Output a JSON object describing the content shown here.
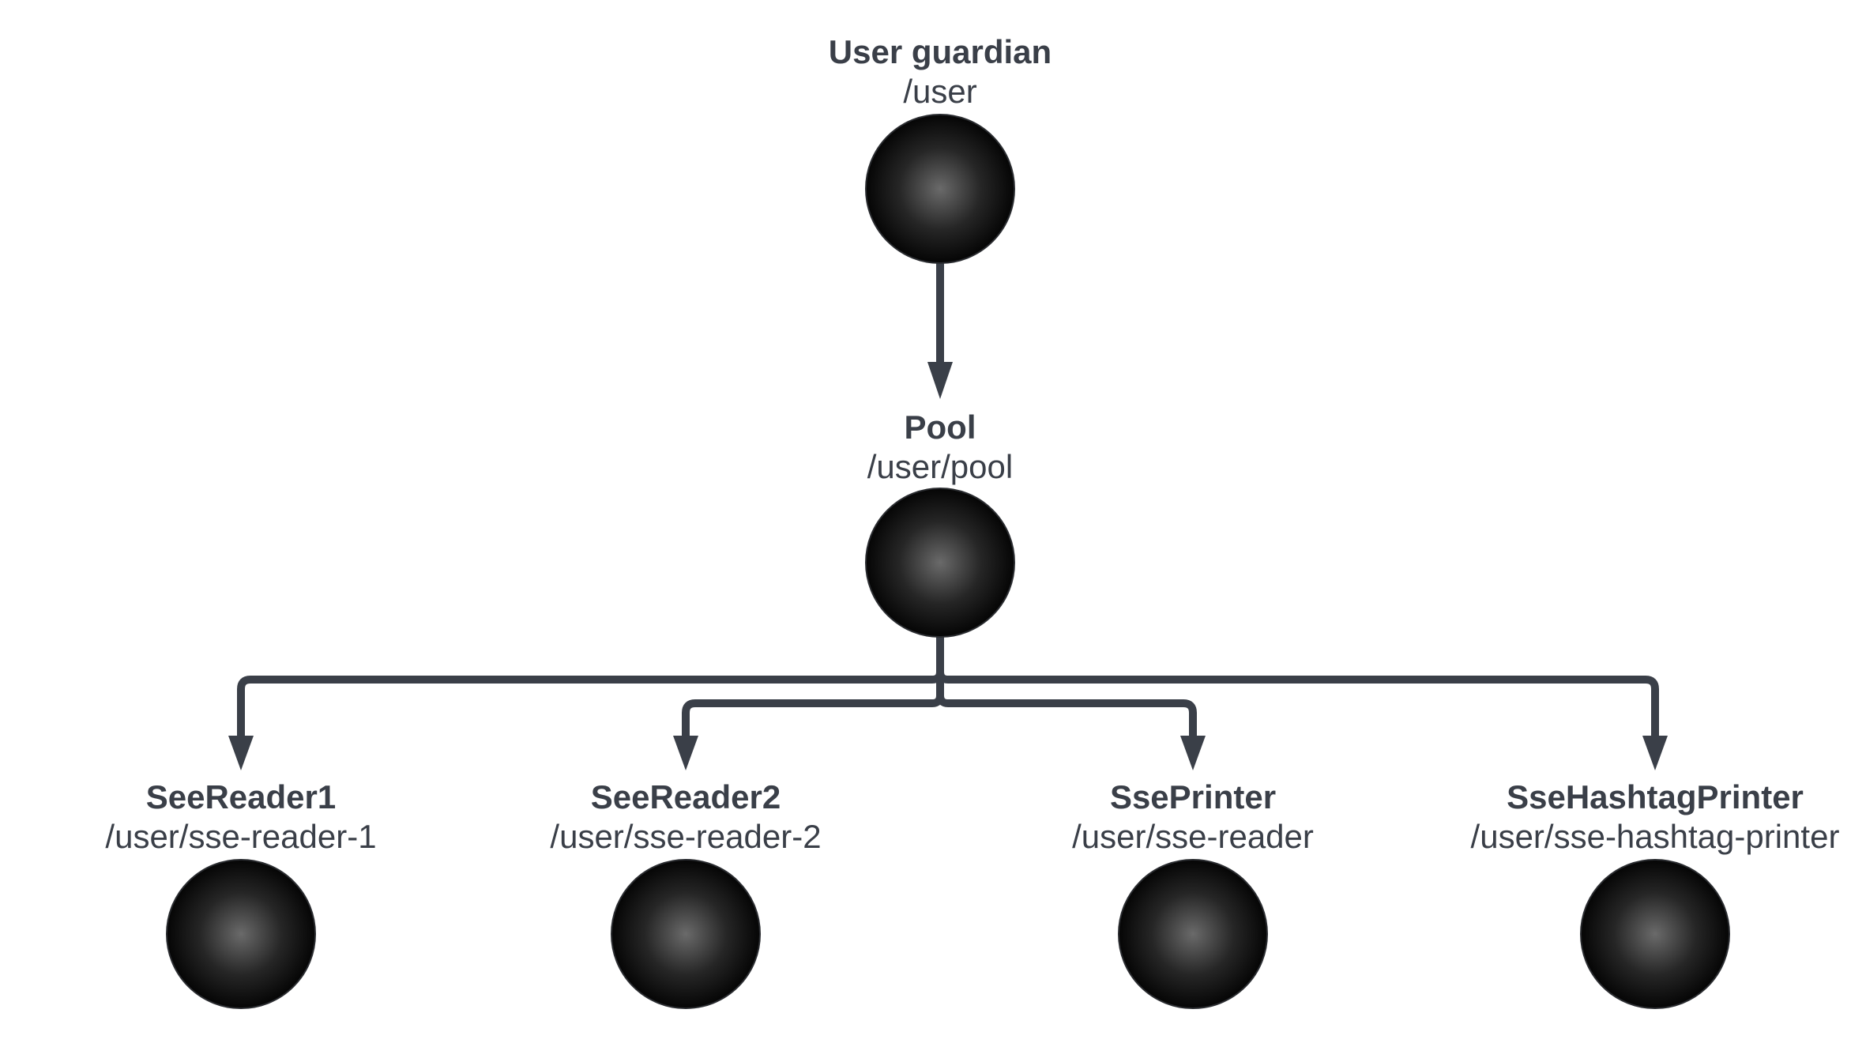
{
  "diagram": {
    "nodes": [
      {
        "id": "user-guardian",
        "name": "User guardian",
        "path": "/user"
      },
      {
        "id": "pool",
        "name": "Pool",
        "path": "/user/pool"
      },
      {
        "id": "see-reader-1",
        "name": "SeeReader1",
        "path": "/user/sse-reader-1"
      },
      {
        "id": "see-reader-2",
        "name": "SeeReader2",
        "path": "/user/sse-reader-2"
      },
      {
        "id": "sse-printer",
        "name": "SsePrinter",
        "path": "/user/sse-reader"
      },
      {
        "id": "sse-hashtag-printer",
        "name": "SseHashtagPrinter",
        "path": "/user/sse-hashtag-printer"
      }
    ],
    "edges": [
      {
        "from": "user-guardian",
        "to": "pool"
      },
      {
        "from": "pool",
        "to": "see-reader-1"
      },
      {
        "from": "pool",
        "to": "see-reader-2"
      },
      {
        "from": "pool",
        "to": "sse-printer"
      },
      {
        "from": "pool",
        "to": "sse-hashtag-printer"
      }
    ],
    "colors": {
      "line": "#3a3f48",
      "text": "#3a3f48",
      "node_fill_center": "#6a6a6a",
      "node_fill_edge": "#050505"
    }
  }
}
